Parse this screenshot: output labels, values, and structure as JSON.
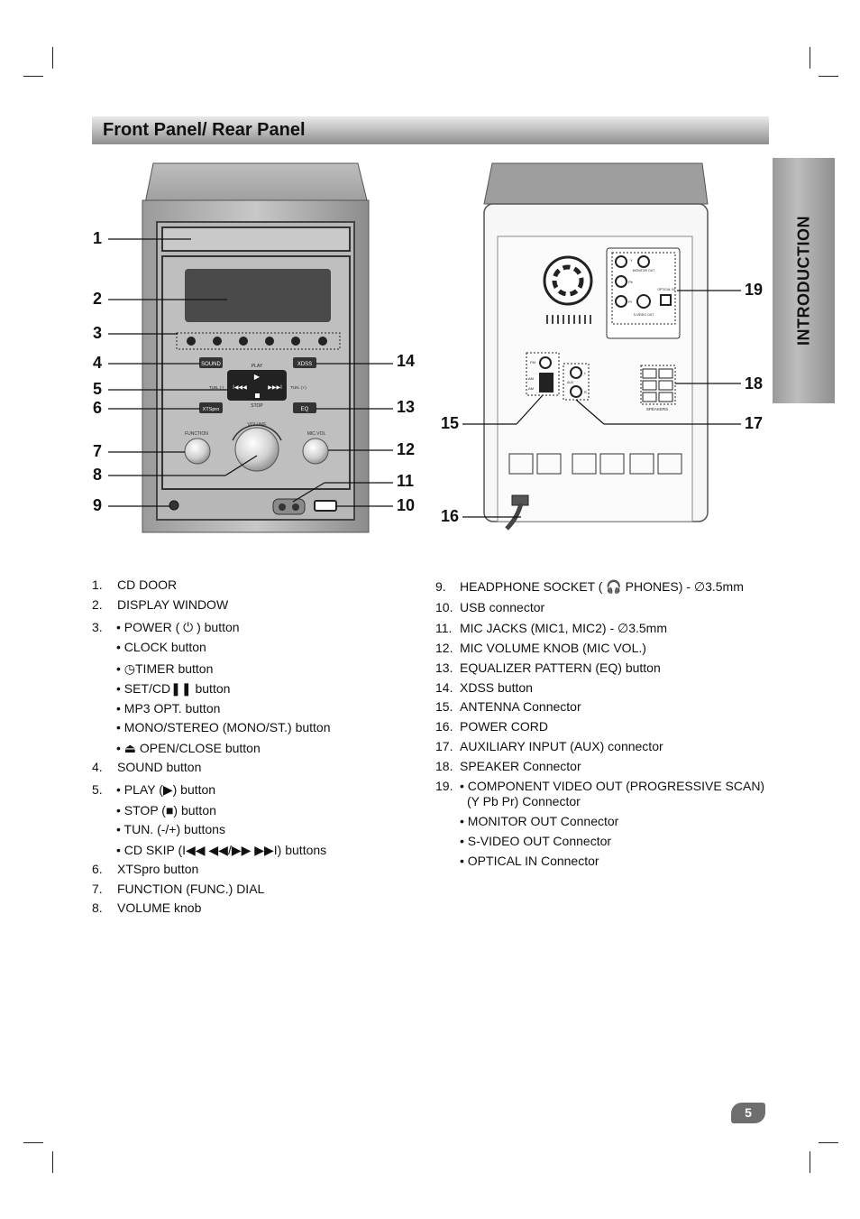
{
  "header": {
    "title": "Front Panel/ Rear Panel"
  },
  "side_tab": {
    "label": "INTRODUCTION"
  },
  "callouts": {
    "c1": "1",
    "c2": "2",
    "c3": "3",
    "c4": "4",
    "c5": "5",
    "c6": "6",
    "c7": "7",
    "c8": "8",
    "c9": "9",
    "c10": "10",
    "c11": "11",
    "c12": "12",
    "c13": "13",
    "c14": "14",
    "c15": "15",
    "c16": "16",
    "c17": "17",
    "c18": "18",
    "c19": "19"
  },
  "front_panel": {
    "sound": "SOUND",
    "xdss": "XDSS",
    "xtspro": "XTSpro",
    "eq": "EQ",
    "play": "PLAY",
    "stop": "STOP",
    "tun_minus": "TUN. (-)",
    "tun_plus": "TUN. (+)",
    "function": "FUNCTION",
    "volume": "VOLUME",
    "mic_vol": "MIC.VOL"
  },
  "rear_panel": {
    "fm": "FM",
    "am1": "AM",
    "am2": "AM",
    "aux": "AUX",
    "speakers": "SPEAKERS",
    "monitor_out": "MONITOR OUT",
    "optical_in": "OPTICAL IN",
    "video_out": "S-VIDEO OUT",
    "y": "Y",
    "pb": "Pb",
    "pr": "Pr",
    "l": "L",
    "r": "R"
  },
  "left_list": [
    {
      "num": "1.",
      "text": "CD DOOR"
    },
    {
      "num": "2.",
      "text": "DISPLAY WINDOW"
    },
    {
      "num": "3.",
      "text": "• POWER ( ⏻ ) button"
    },
    {
      "num": "",
      "text": "• CLOCK button"
    },
    {
      "num": "",
      "text": "• ◷TIMER button"
    },
    {
      "num": "",
      "text": "• SET/CD❚❚  button"
    },
    {
      "num": "",
      "text": "• MP3 OPT. button"
    },
    {
      "num": "",
      "text": "• MONO/STEREO (MONO/ST.) button"
    },
    {
      "num": "",
      "text": "• ⏏ OPEN/CLOSE button"
    },
    {
      "num": "4.",
      "text": "SOUND button"
    },
    {
      "num": "5.",
      "text": "• PLAY (▶) button"
    },
    {
      "num": "",
      "text": "• STOP (■) button"
    },
    {
      "num": "",
      "text": "• TUN. (-/+) buttons"
    },
    {
      "num": "",
      "text": "• CD SKIP (I◀◀  ◀◀/▶▶  ▶▶I) buttons"
    },
    {
      "num": "6.",
      "text": "XTSpro button"
    },
    {
      "num": "7.",
      "text": "FUNCTION (FUNC.) DIAL"
    },
    {
      "num": "8.",
      "text": "VOLUME knob"
    }
  ],
  "right_list": [
    {
      "num": "9.",
      "text": "HEADPHONE SOCKET ( 🎧 PHONES) - ∅3.5mm"
    },
    {
      "num": "10.",
      "text": "USB connector"
    },
    {
      "num": "11.",
      "text": "MIC JACKS (MIC1, MIC2) - ∅3.5mm"
    },
    {
      "num": "12.",
      "text": "MIC VOLUME KNOB (MIC VOL.)"
    },
    {
      "num": "13.",
      "text": "EQUALIZER PATTERN (EQ) button"
    },
    {
      "num": "14.",
      "text": "XDSS button"
    },
    {
      "num": "15.",
      "text": "ANTENNA Connector"
    },
    {
      "num": "16.",
      "text": "POWER CORD"
    },
    {
      "num": "17.",
      "text": "AUXILIARY INPUT (AUX) connector"
    },
    {
      "num": "18.",
      "text": "SPEAKER Connector"
    },
    {
      "num": "19.",
      "text": "• COMPONENT VIDEO OUT (PROGRESSIVE SCAN)"
    },
    {
      "num": "",
      "text": "(Y Pb Pr) Connector"
    },
    {
      "num": "",
      "text": "• MONITOR OUT Connector"
    },
    {
      "num": "",
      "text": "• S-VIDEO OUT Connector"
    },
    {
      "num": "",
      "text": "• OPTICAL IN Connector"
    }
  ],
  "footer": {
    "page_number": "5"
  }
}
